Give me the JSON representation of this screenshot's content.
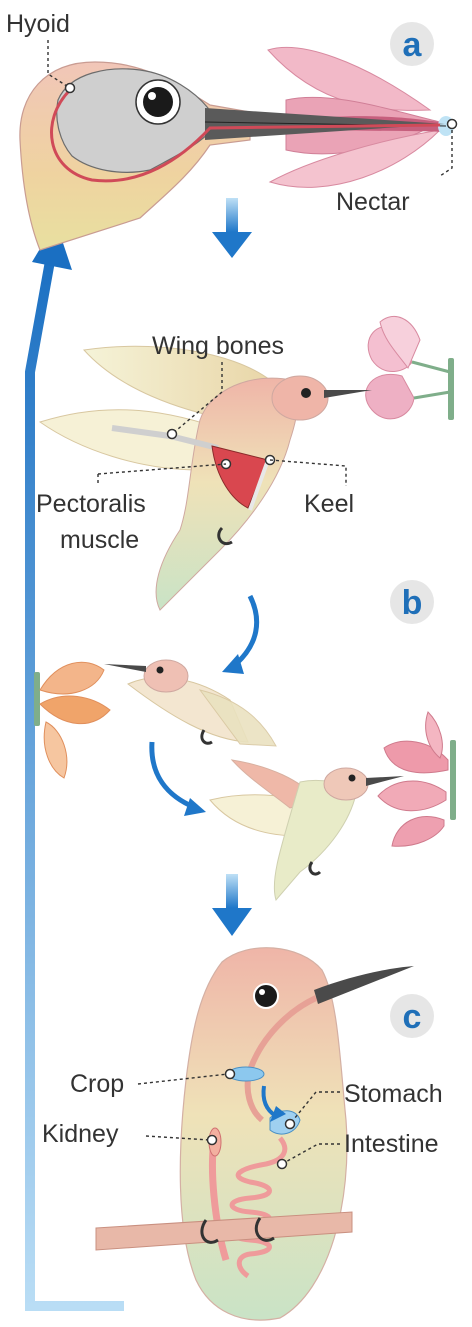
{
  "panels": {
    "a": {
      "badge": "a",
      "labels": {
        "hyoid": "Hyoid",
        "nectar": "Nectar"
      }
    },
    "b": {
      "badge": "b",
      "labels": {
        "wing_bones": "Wing bones",
        "pectoralis_line1": "Pectoralis",
        "pectoralis_line2": "muscle",
        "keel": "Keel"
      }
    },
    "c": {
      "badge": "c",
      "labels": {
        "crop": "Crop",
        "stomach": "Stomach",
        "kidney": "Kidney",
        "intestine": "Intestine"
      }
    }
  },
  "colors": {
    "arrow_blue": "#1f77c9",
    "badge_bg": "#e6e6e6",
    "badge_text": "#1f6fb8",
    "flower_pink": "#e9a0b3",
    "flower_orange": "#f0a46a",
    "muscle_red": "#d9474f",
    "body_green": "#cfe3c4"
  }
}
